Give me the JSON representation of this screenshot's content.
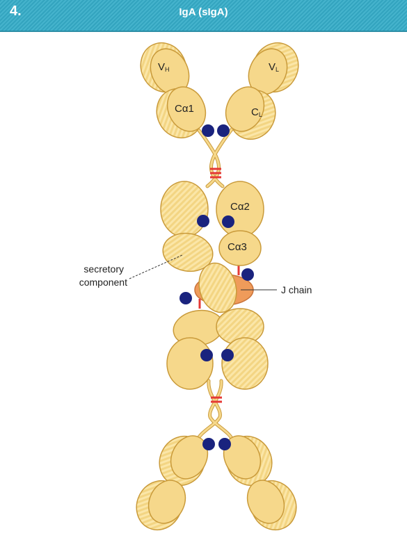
{
  "header": {
    "number": "4.",
    "title": "IgA (sIgA)"
  },
  "domains": {
    "vh": "V",
    "vh_sub": "H",
    "vl": "V",
    "vl_sub": "L",
    "ca1": "Cα1",
    "cl": "C",
    "cl_sub": "L",
    "ca2": "Cα2",
    "ca3": "Cα3"
  },
  "labels": {
    "secretory_line1": "secretory",
    "secretory_line2": "component",
    "j_chain": "J chain"
  },
  "colors": {
    "header_bg": "#3aa9c4",
    "domain_fill": "#f6d88b",
    "domain_stroke": "#c99a3a",
    "carbohydrate": "#1a237e",
    "disulfide": "#e53935",
    "j_chain": "#ef9b5a"
  }
}
